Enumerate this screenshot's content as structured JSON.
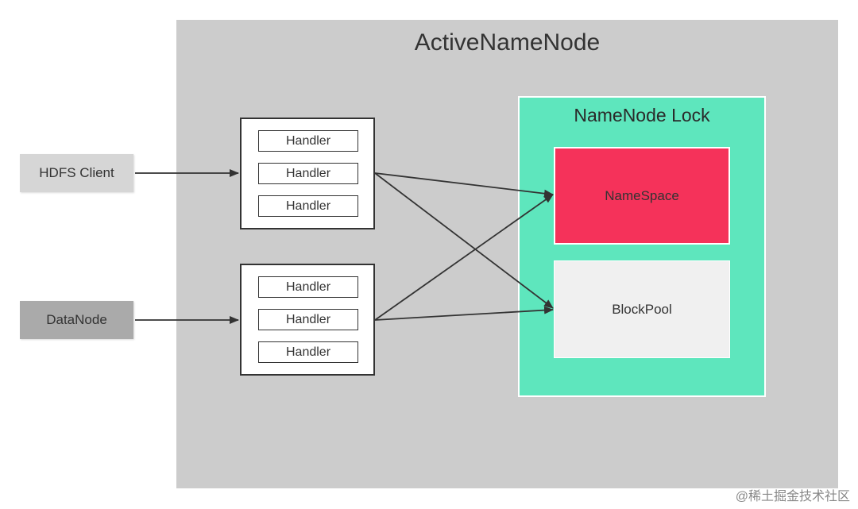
{
  "diagram": {
    "container_title": "ActiveNameNode",
    "client_label": "HDFS Client",
    "datanode_label": "DataNode",
    "handler_group_top": [
      "Handler",
      "Handler",
      "Handler"
    ],
    "handler_group_bottom": [
      "Handler",
      "Handler",
      "Handler"
    ],
    "lock_title": "NameNode Lock",
    "namespace_label": "NameSpace",
    "blockpool_label": "BlockPool"
  },
  "colors": {
    "container_bg": "#cccccc",
    "lock_bg": "#5ee6bd",
    "namespace_bg": "#f5325a",
    "blockpool_bg": "#f0f0f0",
    "arrow": "#333333"
  },
  "watermark": "@稀土掘金技术社区"
}
